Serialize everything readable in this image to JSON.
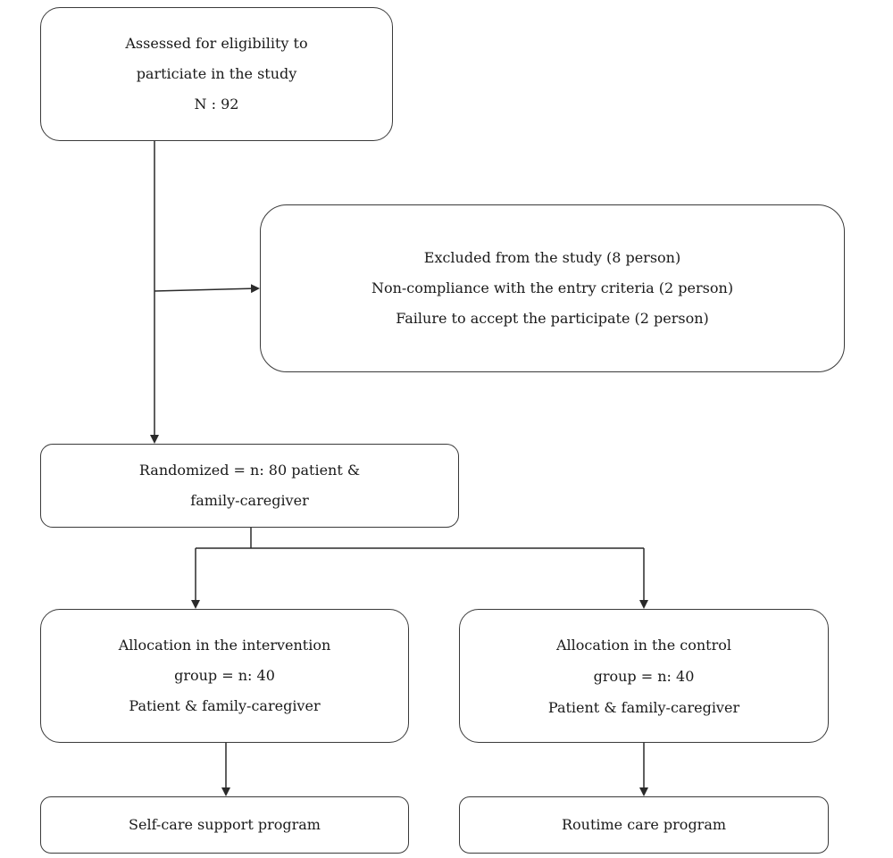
{
  "eligibility": {
    "line1": "Assessed for eligibility to",
    "line2": "particiate in the study",
    "line3": "N : 92"
  },
  "excluded": {
    "line1": "Excluded from the study (8 person)",
    "line2": "Non-compliance with the entry criteria (2 person)",
    "line3": "Failure to accept the participate (2 person)"
  },
  "randomized": {
    "line1": "Randomized = n: 80 patient &",
    "line2": "family-caregiver"
  },
  "intervention": {
    "line1": "Allocation in the intervention",
    "line2": "group = n: 40",
    "line3": "Patient & family-caregiver"
  },
  "control": {
    "line1": "Allocation in the control",
    "line2": "group = n: 40",
    "line3": "Patient & family-caregiver"
  },
  "selfcare": {
    "label": "Self-care support program"
  },
  "routine": {
    "label": "Routime care program"
  },
  "colors": {
    "line": "#2a2a2a",
    "border": "#3a3a3a",
    "text": "#1a1a1a"
  }
}
